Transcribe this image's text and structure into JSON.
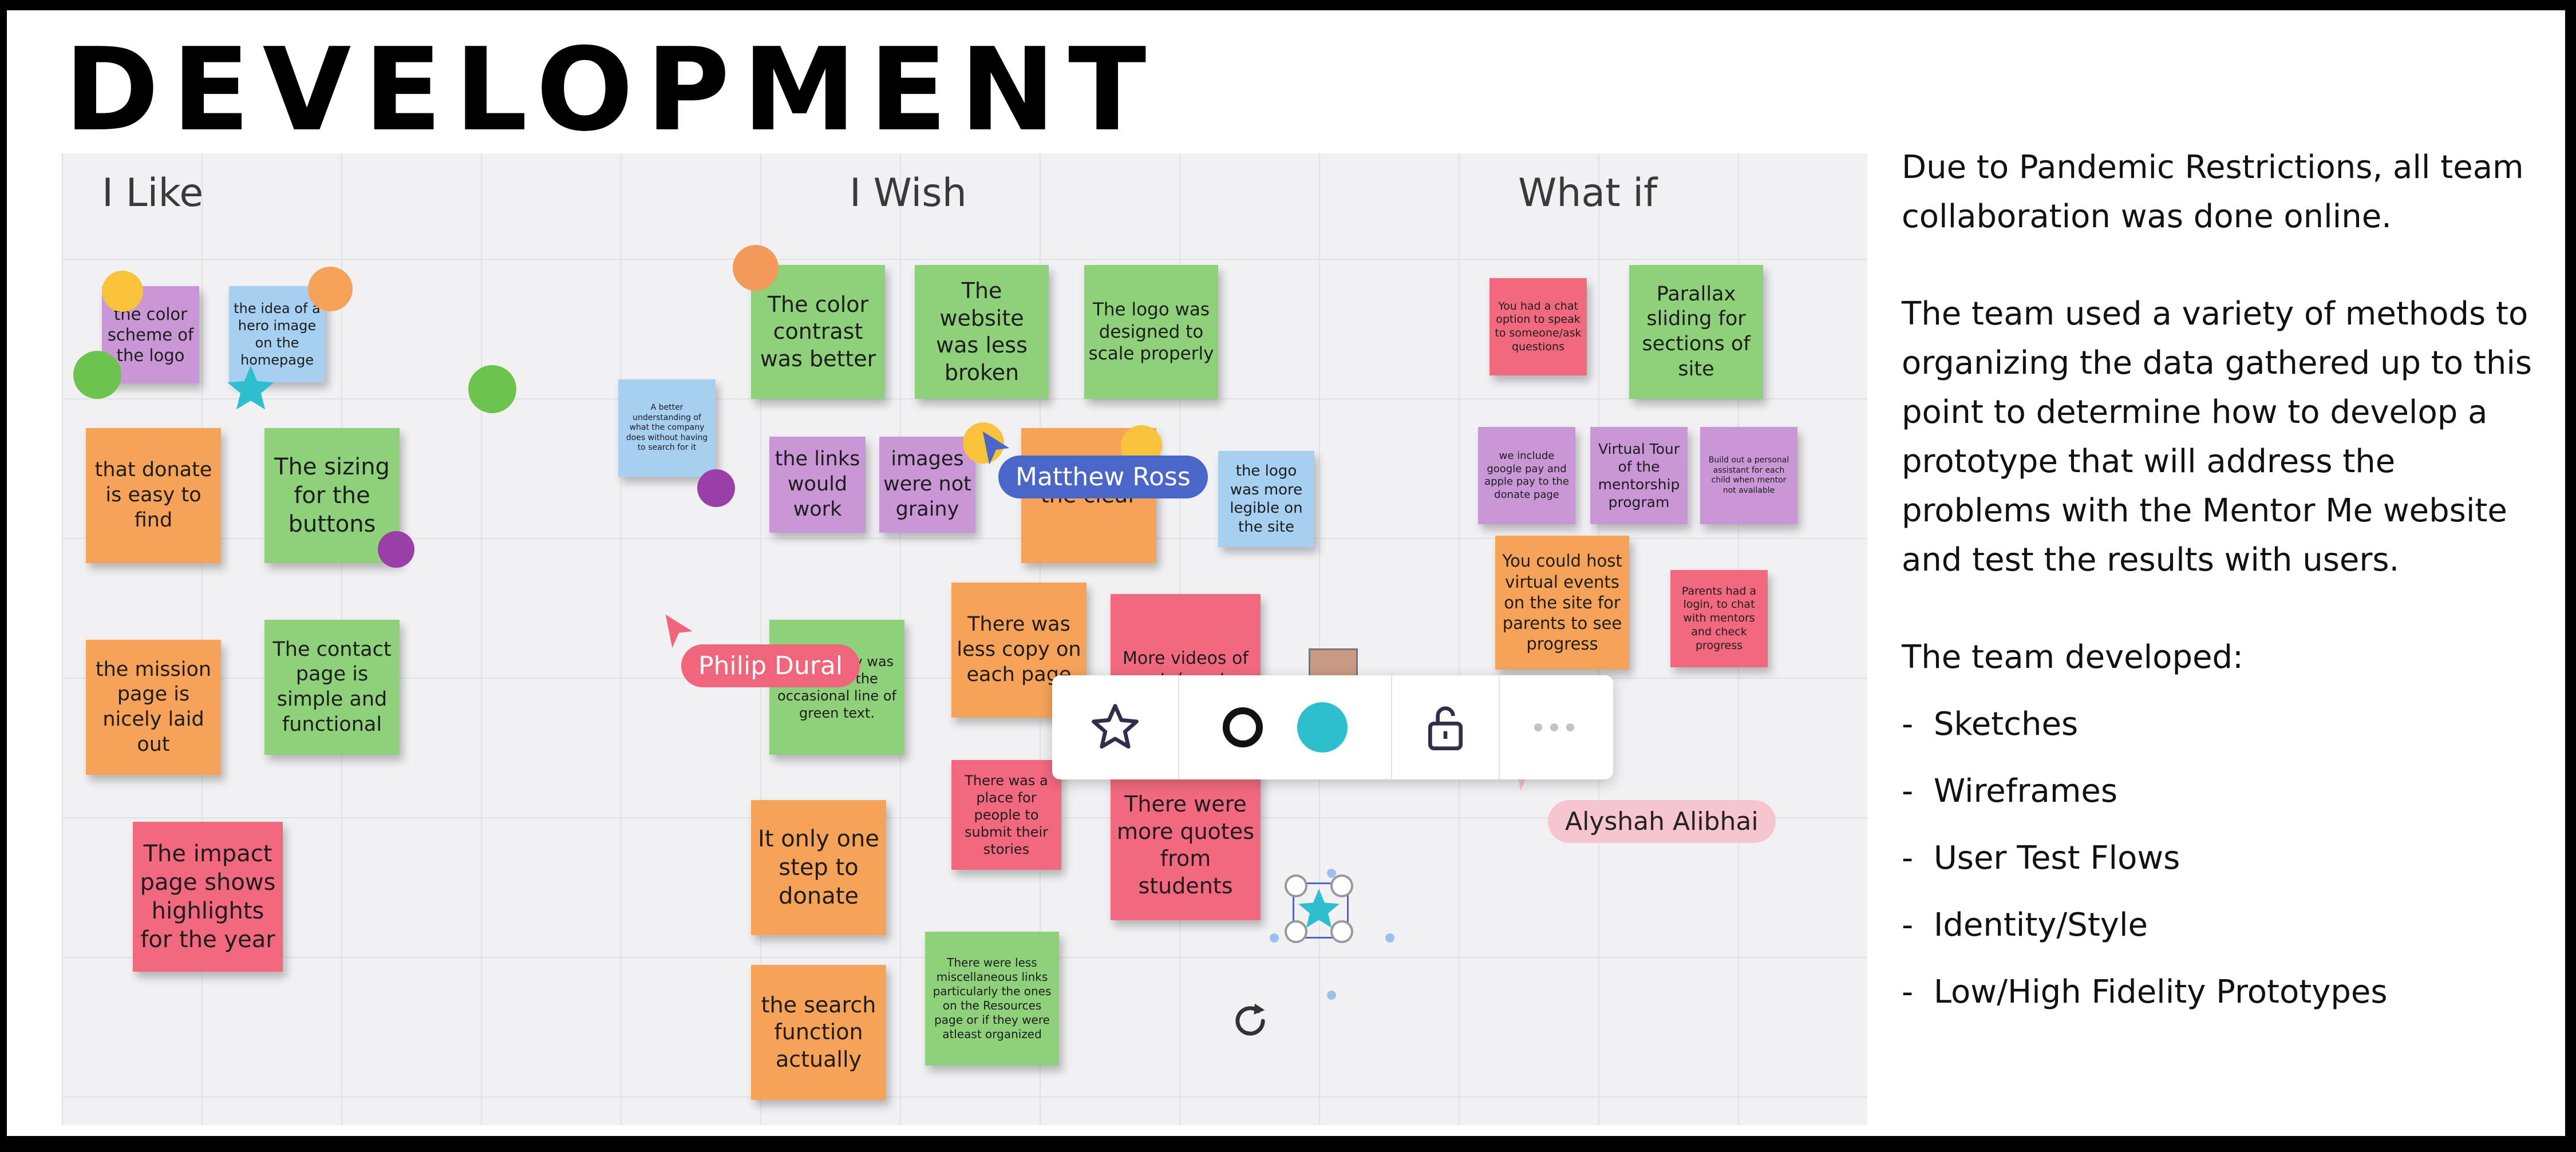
{
  "title": "DEVELOPMENT",
  "board": {
    "columns": [
      "I Like",
      "I Wish",
      "What if"
    ],
    "notes": {
      "n1": "the color scheme of the logo",
      "n2": "the idea of a hero image on the homepage",
      "n3": "that donate is easy to find",
      "n4": "The sizing for the buttons",
      "n5": "the mission page is nicely laid out",
      "n6": "The contact page is simple and functional",
      "n7": "The impact page shows highlights for the year",
      "n8": "A better understanding of what the company does without having to search for it",
      "n9": "The color contrast was better",
      "n10": "The website was less broken",
      "n11": "The logo was designed to scale properly",
      "n12": "the links would work",
      "n13": "images were not grainy",
      "n14": "the clear",
      "n15": "the logo was more legible on the site",
      "n16": "The identity was just and the occasional line of green text.",
      "n17": "There was less copy on each page",
      "n18": "More videos of events/mentors",
      "n19": "It only one step to donate",
      "n20": "There was a place for people to submit their stories",
      "n21": "There were more quotes from students",
      "n22": "the search function actually",
      "n23": "There were less miscellaneous links particularly the ones on the Resources page or if they were atleast organized",
      "n24": "You had a chat option to speak to someone/ask questions",
      "n25": "Parallax sliding for sections of site",
      "n26": "we include google pay and apple pay to the donate page",
      "n27": "Virtual Tour of the mentorship program",
      "n28": "Build out a personal assistant for each child when mentor not available",
      "n29": "You could host virtual events on the site for parents to see progress",
      "n30": "Parents had a login, to chat with mentors and check progress"
    },
    "cursors": {
      "matthew": "Matthew Ross",
      "philip": "Philip Dural",
      "alyshah": "Alyshah Alibhai"
    },
    "colors": {
      "orange": "#f7a259",
      "green": "#8fd17a",
      "purple": "#c996d6",
      "blue": "#a6cff2",
      "pink": "#f2697f",
      "teal": "#2ebfce",
      "matthew_cursor": "#4a66c9",
      "philip_cursor": "#f0657b",
      "alyshah_cursor": "#f7c5cf"
    },
    "toolbar_icons": [
      "star-icon",
      "circle-outline-icon",
      "teal-fill-swatch",
      "unlock-icon",
      "more-icon"
    ]
  },
  "description": {
    "p1": "Due to Pandemic Restrictions, all team collaboration was done online.",
    "p2": "The team used a variety of methods to organizing the data gathered up to this point to determine how to develop a prototype that will address the problems with the Mentor Me website and  test the results with users.",
    "list_heading": "The team developed:",
    "items": [
      "Sketches",
      "Wireframes",
      "User Test Flows",
      "Identity/Style",
      "Low/High Fidelity Prototypes"
    ]
  }
}
